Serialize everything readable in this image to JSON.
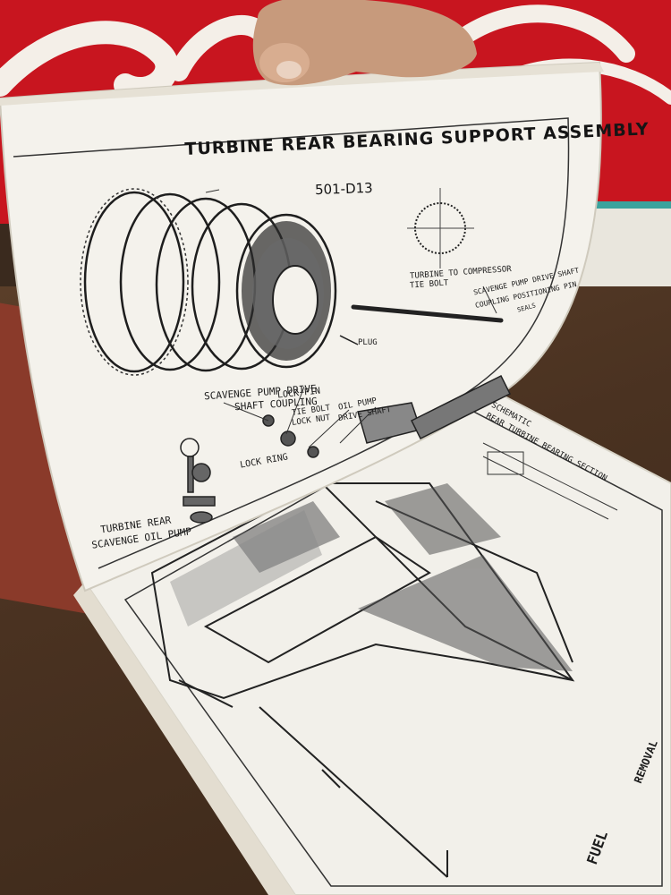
{
  "background": {
    "sign_color": "#c8151f",
    "table_color": "#4a3221"
  },
  "manual": {
    "upper_page": {
      "title": "TURBINE REAR BEARING SUPPORT ASSEMBLY",
      "figure_code": "501-D13",
      "callouts": {
        "tie_bolt": "TURBINE TO COMPRESSOR",
        "tie_bolt_2": "TIE BOLT",
        "scavenge_pump": "SCAVENGE PUMP DRIVE SHAFT",
        "coupling_pin": "COUPLING POSITIONING PIN",
        "seals": "SEALS",
        "plug": "PLUG",
        "scavenge_drive": "SCAVENGE PUMP DRIVE",
        "shaft_coupling": "SHAFT COUPLING",
        "lock_pin": "LOCK PIN",
        "tie_bolt_lock": "TIE BOLT",
        "lock_nut": "LOCK NUT",
        "oil_pump": "OIL PUMP",
        "drive_shaft": "DRIVE SHAFT",
        "lock_ring": "LOCK RING",
        "turbine_rear": "TURBINE REAR",
        "scavenge_oil": "SCAVENGE OIL PUMP"
      }
    },
    "lower_page": {
      "schematic_label": "SCHEMATIC",
      "section_label": "REAR TURBINE BEARING SECTION",
      "edge_label": "FUEL",
      "edge_label_2": "REMOVAL"
    }
  }
}
